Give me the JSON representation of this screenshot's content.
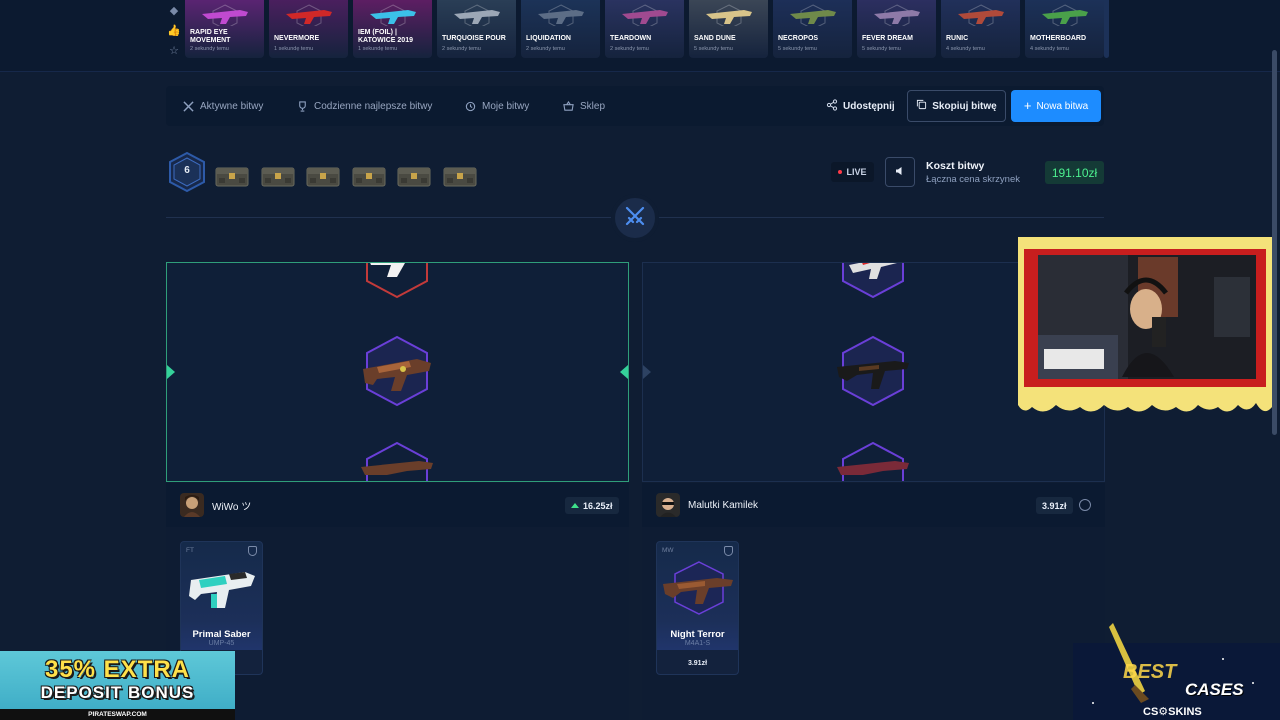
{
  "feed": {
    "drops": [
      {
        "name": "RAPID EYE MOVEMENT",
        "time": "2 sekundy temu",
        "color": "#5a2472",
        "wpn": "#c04ad0"
      },
      {
        "name": "NEVERMORE",
        "time": "1 sekundę temu",
        "color": "#4a1f5e",
        "wpn": "#d02828"
      },
      {
        "name": "IEM (FOIL) | KATOWICE 2019",
        "time": "1 sekundę temu",
        "color": "#5d1e63",
        "wpn": "#3bc0e8"
      },
      {
        "name": "TURQUOISE POUR",
        "time": "2 sekundy temu",
        "color": "#2a3e56",
        "wpn": "#9ca7b6"
      },
      {
        "name": "LIQUIDATION",
        "time": "2 sekundy temu",
        "color": "#1c3358",
        "wpn": "#5c6d86"
      },
      {
        "name": "TEARDOWN",
        "time": "2 sekundy temu",
        "color": "#2a3360",
        "wpn": "#a04a90"
      },
      {
        "name": "SAND DUNE",
        "time": "5 sekundy temu",
        "color": "#3b4656",
        "wpn": "#d8c48a"
      },
      {
        "name": "NECROPOS",
        "time": "5 sekundy temu",
        "color": "#1d2f58",
        "wpn": "#6f8a4a"
      },
      {
        "name": "FEVER DREAM",
        "time": "5 sekundy temu",
        "color": "#2c2f60",
        "wpn": "#8e7aa8"
      },
      {
        "name": "RUNIC",
        "time": "4 sekundy temu",
        "color": "#21305a",
        "wpn": "#b04a3a"
      },
      {
        "name": "MOTHERBOARD",
        "time": "4 sekundy temu",
        "color": "#1c3158",
        "wpn": "#4aa04a"
      }
    ]
  },
  "nav": {
    "active_battles": "Aktywne bitwy",
    "daily_best": "Codzienne najlepsze bitwy",
    "my_battles": "Moje bitwy",
    "shop": "Sklep",
    "share": "Udostępnij",
    "copy_battle": "Skopiuj bitwę",
    "new_battle": "Nowa bitwa"
  },
  "battle": {
    "round": "6",
    "live_label": "LIVE",
    "cost_title": "Koszt bitwy",
    "cost_subtitle": "Łączna cena skrzynek",
    "total_price": "191.10zł"
  },
  "players": [
    {
      "name": "WiWo ツ",
      "value": "16.25zł",
      "item": {
        "condition": "FT",
        "name": "Primal Saber",
        "type": "UMP-45",
        "price": ""
      }
    },
    {
      "name": "Malutki Kamilek",
      "value": "3.91zł",
      "item": {
        "condition": "MW",
        "name": "Night Terror",
        "type": "M4A1-S",
        "price": "3.91zł"
      }
    }
  ],
  "promo": {
    "line1": "35% EXTRA",
    "line2": "DEPOSIT BONUS",
    "line3": "PIRATESWAP.COM"
  },
  "logo": {
    "best": "BEST",
    "cases": "CASES",
    "brand": "CS⚙SKINS"
  },
  "colors": {
    "accent_blue": "#1d8cff",
    "price_green": "#4cf08f",
    "winner_border": "#2f9e7a",
    "live_red": "#ff3a48"
  }
}
